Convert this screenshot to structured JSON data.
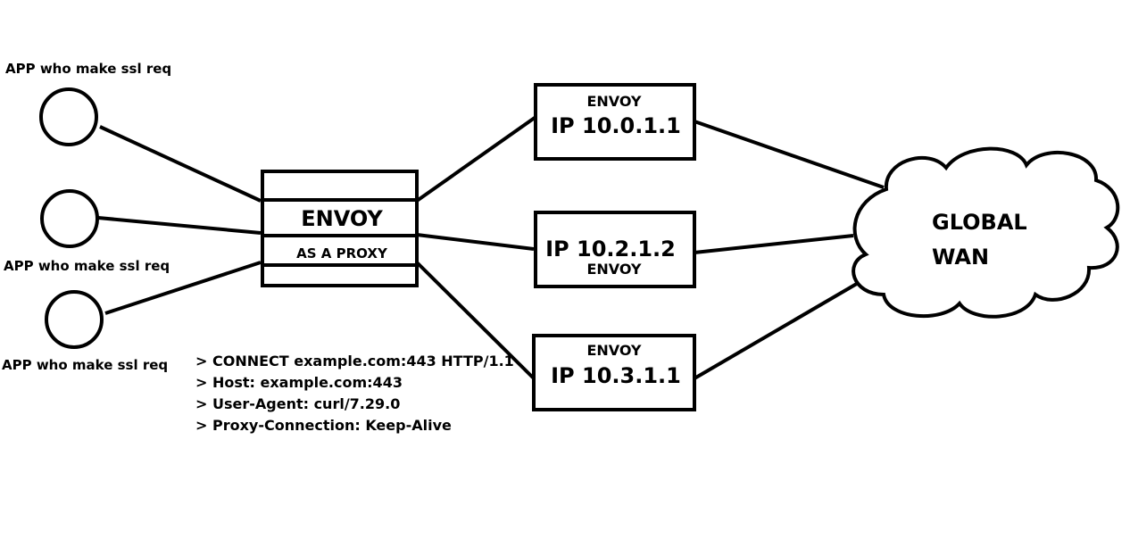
{
  "apps": [
    {
      "label": "APP who make ssl req"
    },
    {
      "label": "APP who make ssl req"
    },
    {
      "label": "APP who make ssl req"
    }
  ],
  "proxy": {
    "title": "ENVOY",
    "subtitle": "AS A PROXY"
  },
  "nodes": [
    {
      "top_label": "ENVOY",
      "ip": "IP 10.0.1.1"
    },
    {
      "ip": "IP 10.2.1.2",
      "bottom_label": "ENVOY"
    },
    {
      "top_label": "ENVOY",
      "ip": "IP 10.3.1.1"
    }
  ],
  "cloud": {
    "line1": "GLOBAL",
    "line2": "WAN"
  },
  "request_lines": [
    "> CONNECT example.com:443 HTTP/1.1",
    "> Host: example.com:443",
    "> User-Agent: curl/7.29.0",
    "> Proxy-Connection: Keep-Alive"
  ]
}
